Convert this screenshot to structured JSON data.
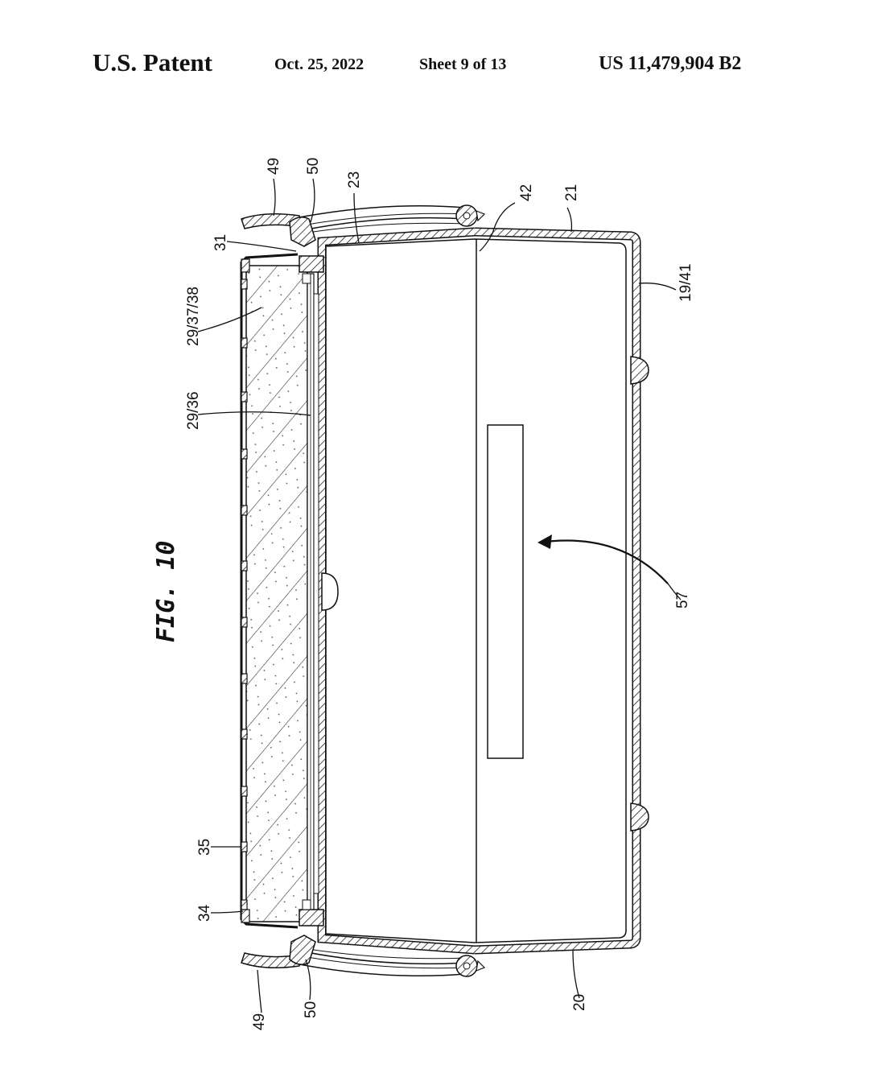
{
  "header": {
    "publication": "U.S. Patent",
    "date": "Oct. 25, 2022",
    "sheet": "Sheet 9 of 13",
    "patent_number": "US 11,479,904 B2"
  },
  "figure": {
    "title": "FIG. 10",
    "labels": {
      "l49_top": "49",
      "l50_top": "50",
      "l23": "23",
      "l42": "42",
      "l21": "21",
      "l31": "31",
      "l29_37_38": "29/37/38",
      "l29_36": "29/36",
      "l19_41": "19/41",
      "l57": "57",
      "l35": "35",
      "l34": "34",
      "l49_bottom": "49",
      "l50_bottom": "50",
      "l20": "20"
    }
  }
}
